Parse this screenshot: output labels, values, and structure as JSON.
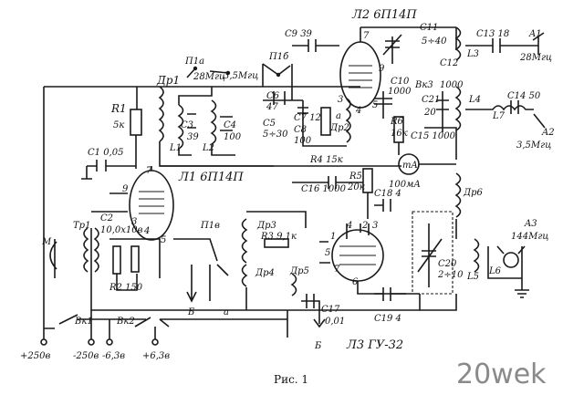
{
  "labels": {
    "dr1": "Др1",
    "r1": "R1",
    "r1v": "5к",
    "c1": "C1 0,05",
    "l1": "L1",
    "l2": "L2",
    "c3": "C3",
    "c3v": "39",
    "c4": "C4",
    "c4v": "100",
    "p1a": "П1а",
    "f28a": "28Мгц",
    "f35a": "3,5Мгц",
    "p1b": "П1б",
    "c6": "C6",
    "c6v": "47",
    "c5": "C5",
    "c5v": "5÷30",
    "c9": "C9 39",
    "c7": "C7 12",
    "c8": "C8",
    "c8v": "100",
    "dr2": "Др2",
    "a1": "а",
    "l2tube": "Л2 6П14П",
    "c11": "C11",
    "c11v": "5÷40",
    "c12": "C12",
    "c12v": "1000",
    "vk3": "Вк3",
    "c10": "C10",
    "c10v": "1000",
    "r6": "R6",
    "r6v": "16к",
    "c13": "C13 18",
    "a1ant": "A1",
    "f28b": "28Мгц",
    "l3": "L3",
    "l4": "L4",
    "c21": "C21",
    "c21v": "20",
    "c15": "C15 1000",
    "l7": "L7",
    "c14": "C14 50",
    "a2": "A2",
    "f35b": "3,5Мгц",
    "r4": "R4 15к",
    "meter": "mA",
    "meterv": "100мА",
    "r5": "R5",
    "r5v": "20к",
    "c16": "C16 1000",
    "c18": "C18 4",
    "l1tube": "Л1 6П14П",
    "dr6": "Др6",
    "p1v": "П1в",
    "dr3": "Др3",
    "r3": "R3 9,1к",
    "dr4": "Др4",
    "tr1": "Тр1",
    "m": "М",
    "c2": "C2",
    "c2v": "10,0x10в",
    "r2": "R2 150",
    "dr5": "Др5",
    "c17": "C17",
    "c17v": "0,01",
    "c19": "C19 4",
    "c20": "C20",
    "c20v": "2÷10",
    "l5": "L5",
    "l6": "L6",
    "a3": "A3",
    "f144": "144Мгц",
    "vk1": "Вк1",
    "vk2": "Вк2",
    "p250": "+250в",
    "m250": "-250в",
    "m63": "-6,3в",
    "p63": "+6,3в",
    "b1": "Б",
    "a2sw": "а",
    "b2": "Б",
    "l3tube": "Л3 ГУ-32",
    "pin7a": "7",
    "pin9a": "9",
    "pin3a": "3",
    "pin4a": "4",
    "pin5a": "5",
    "pin7b": "7",
    "pin9b": "9",
    "pin3b": "3",
    "pin4b": "4",
    "pin5b": "5",
    "pin4c": "4",
    "pin2c": "2",
    "pin3c": "3",
    "pin1c": "1",
    "pin5c": "5",
    "pin7c": "7",
    "pin6c": "6"
  },
  "caption": "Рис. 1",
  "watermark": "20wek"
}
